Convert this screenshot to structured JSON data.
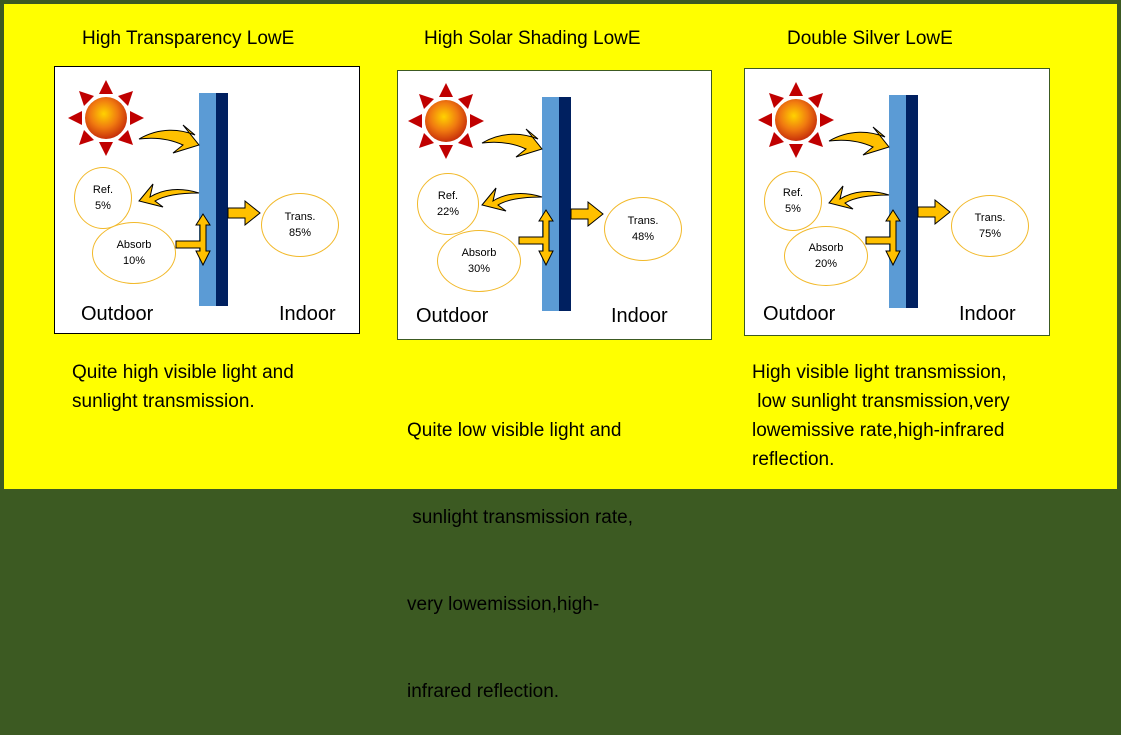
{
  "colors": {
    "background": "#ffff00",
    "outer_border": "#3c5a22",
    "glass_light": "#5b9bd5",
    "glass_dark": "#002060",
    "arrow_fill": "#ffc000",
    "ellipse_border": "#f2b92a",
    "sun_ray": "#c00000"
  },
  "panels": [
    {
      "title": "High Transparency LowE",
      "outdoor_label": "Outdoor",
      "indoor_label": "Indoor",
      "reflection": {
        "label": "Ref.",
        "value": "5%"
      },
      "absorption": {
        "label": "Absorb",
        "value": "10%"
      },
      "transmission": {
        "label": "Trans.",
        "value": "85%"
      },
      "description": [
        "Quite high visible light and",
        "sunlight transmission."
      ]
    },
    {
      "title": "High Solar Shading LowE",
      "outdoor_label": "Outdoor",
      "indoor_label": "Indoor",
      "reflection": {
        "label": "Ref.",
        "value": "22%"
      },
      "absorption": {
        "label": "Absorb",
        "value": "30%"
      },
      "transmission": {
        "label": "Trans.",
        "value": "48%"
      },
      "description": [
        "Quite low visible light and",
        " sunlight transmission rate,",
        "very lowemission,high-",
        "infrared reflection."
      ]
    },
    {
      "title": "Double Silver LowE",
      "outdoor_label": "Outdoor",
      "indoor_label": "Indoor",
      "reflection": {
        "label": "Ref.",
        "value": "5%"
      },
      "absorption": {
        "label": "Absorb",
        "value": "20%"
      },
      "transmission": {
        "label": "Trans.",
        "value": "75%"
      },
      "description": [
        "High visible light transmission,",
        " low sunlight transmission,very",
        "lowemissive rate,high-infrared",
        "reflection."
      ]
    }
  ]
}
